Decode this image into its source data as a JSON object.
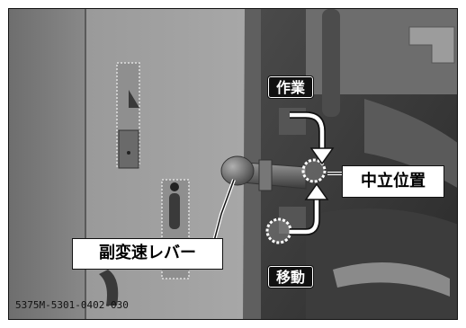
{
  "figure": {
    "reference_code": "5375M-5301-0402-030"
  },
  "labels": {
    "work": "作業",
    "neutral": "中立位置",
    "travel": "移動",
    "sub_shift_lever": "副変速レバー"
  },
  "colors": {
    "panel_light": "#8f8f8f",
    "panel_dark": "#3a3a3a",
    "arrow": "#ffffff",
    "outline": "#111111"
  },
  "icons": {
    "arrow_to_neutral_from_work": "curved-arrow-down-icon",
    "arrow_to_neutral_from_travel": "curved-arrow-up-icon",
    "neutral_circle": "dotted-circle-icon",
    "travel_circle": "dotted-circle-icon"
  }
}
